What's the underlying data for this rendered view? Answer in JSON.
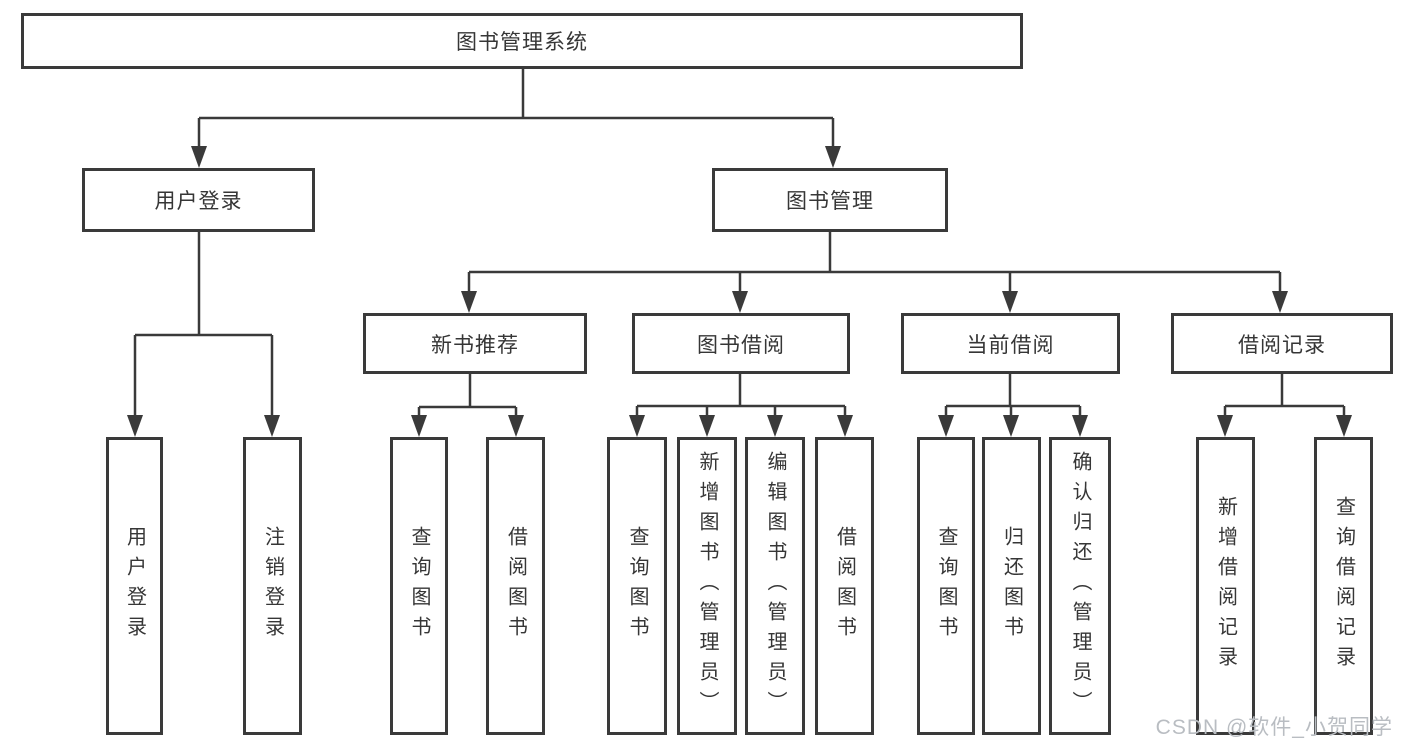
{
  "diagram": {
    "root": "图书管理系统",
    "level2": {
      "user_login": "用户登录",
      "book_mgmt": "图书管理"
    },
    "level3": {
      "new_book_rec": "新书推荐",
      "book_borrow": "图书借阅",
      "current_borrow": "当前借阅",
      "borrow_record": "借阅记录"
    },
    "leaves": {
      "user_login": "用户登录",
      "logout": "注销登录",
      "rec_query_book": "查询图书",
      "rec_borrow_book": "借阅图书",
      "bb_query_book": "查询图书",
      "bb_add_book": "新增图书（管理员）",
      "bb_edit_book": "编辑图书（管理员）",
      "bb_borrow_book": "借阅图书",
      "cb_query_book": "查询图书",
      "cb_return_book": "归还图书",
      "cb_confirm_return": "确认归还（管理员）",
      "br_add_record": "新增借阅记录",
      "br_query_record": "查询借阅记录"
    }
  },
  "watermark": "CSDN @软件_小贺同学",
  "colors": {
    "line": "#3a3a3a",
    "text": "#363636",
    "watermark": "#b9bdc2",
    "background": "#ffffff"
  }
}
